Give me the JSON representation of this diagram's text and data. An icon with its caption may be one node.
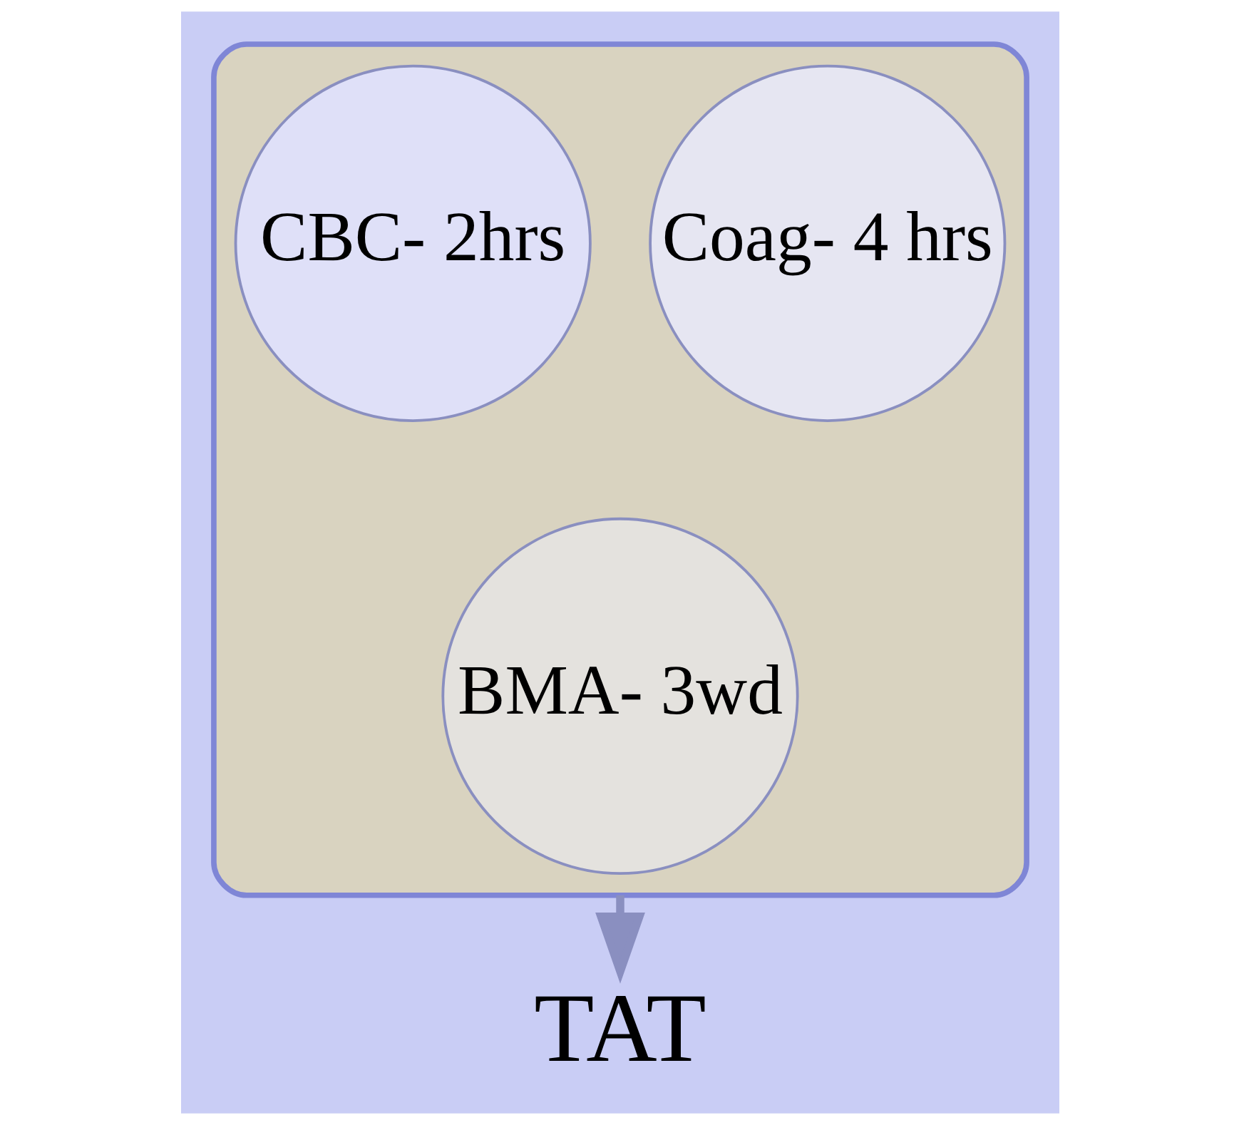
{
  "diagram": {
    "nodes": [
      {
        "text": [],
        "shape": "funnel"
      },
      {
        "text": [
          "Coag- 4 hrs"
        ],
        "in": 0
      },
      {
        "text": [
          "CBC- 2hrs"
        ],
        "in": 0
      },
      {
        "text": [
          "BMA- 3wd"
        ],
        "in": 0
      },
      {
        "text": [
          "TAT"
        ]
      }
    ],
    "edges": [
      {
        "from": 0,
        "to": 4,
        "arrow": "to"
      }
    ]
  }
}
